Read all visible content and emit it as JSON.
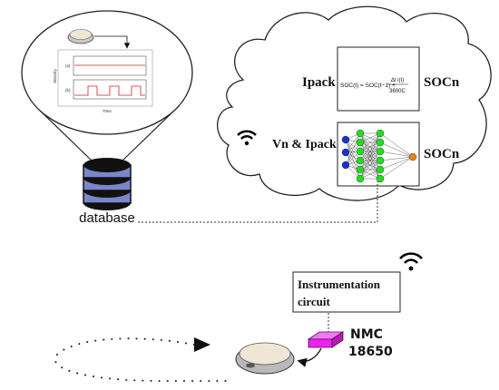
{
  "database": {
    "label": "database",
    "plot": {
      "y_axis_label": "Velocity",
      "x_axis_label": "Time",
      "panel_a_label": "(a)",
      "panel_b_label": "(b)"
    }
  },
  "cloud": {
    "equation_box": {
      "input_label": "Ipack",
      "formula_left": "SOC(t) = SOC(t−1) +",
      "fraction_numerator": "Δt i(t)",
      "fraction_denominator": "3600C",
      "output_label": "SOCn"
    },
    "neural_box": {
      "input_label": "Vn & Ipack",
      "output_label": "SOCn"
    }
  },
  "instrumentation": {
    "line1": "Instrumentation",
    "line2": "circuit"
  },
  "battery": {
    "line1": "NMC",
    "line2": "18650"
  },
  "colors": {
    "input_node": "#1a33cc",
    "hidden_node": "#22dd22",
    "output_node": "#f08010",
    "battery": "#ee22ee",
    "db_band": "#7b86c9",
    "db_dark": "#111111",
    "signal_red": "#d42020"
  },
  "icons": [
    "wifi-icon",
    "database-icon",
    "robot-vacuum-icon",
    "battery-icon"
  ]
}
